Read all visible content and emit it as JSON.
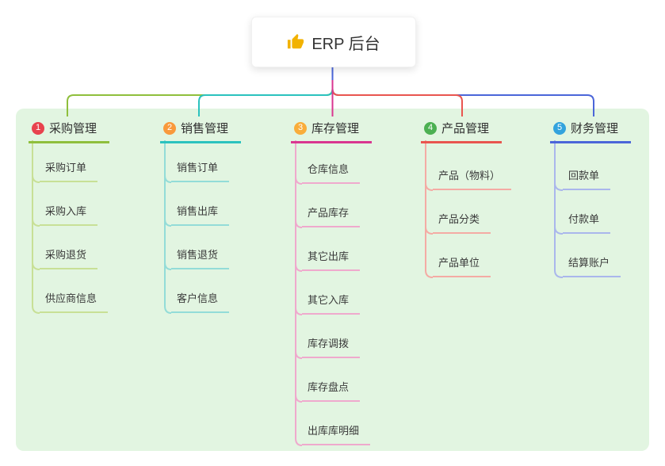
{
  "root": {
    "label": "ERP 后台",
    "icon": "thumbs-up-icon",
    "icon_color": "#f2b200"
  },
  "branches": [
    {
      "badge": "1",
      "label": "采购管理",
      "badge_color": "#e8434e",
      "line_color": "#8fbf3c",
      "child_line_color": "#c8e096",
      "children": [
        "采购订单",
        "采购入库",
        "采购退货",
        "供应商信息"
      ]
    },
    {
      "badge": "2",
      "label": "销售管理",
      "badge_color": "#f9993c",
      "line_color": "#2bc2be",
      "child_line_color": "#93dcd8",
      "children": [
        "销售订单",
        "销售出库",
        "销售退货",
        "客户信息"
      ]
    },
    {
      "badge": "3",
      "label": "库存管理",
      "badge_color": "#f9ad3a",
      "line_color": "#d93690",
      "child_line_color": "#efa9cd",
      "children": [
        "仓库信息",
        "产品库存",
        "其它出库",
        "其它入库",
        "库存调拨",
        "库存盘点",
        "出库库明细"
      ]
    },
    {
      "badge": "4",
      "label": "产品管理",
      "badge_color": "#4cb052",
      "line_color": "#e9554f",
      "child_line_color": "#f4aba4",
      "children": [
        "产品（物料）",
        "产品分类",
        "产品单位"
      ]
    },
    {
      "badge": "5",
      "label": "财务管理",
      "badge_color": "#33a3dd",
      "line_color": "#4b66d9",
      "child_line_color": "#aab7ec",
      "children": [
        "回款单",
        "付款单",
        "结算账户"
      ]
    }
  ],
  "colors": {
    "canvas_bg": "#ffffff",
    "board_bg": "#e2f5e1",
    "root_connector": "#4b66d9"
  }
}
